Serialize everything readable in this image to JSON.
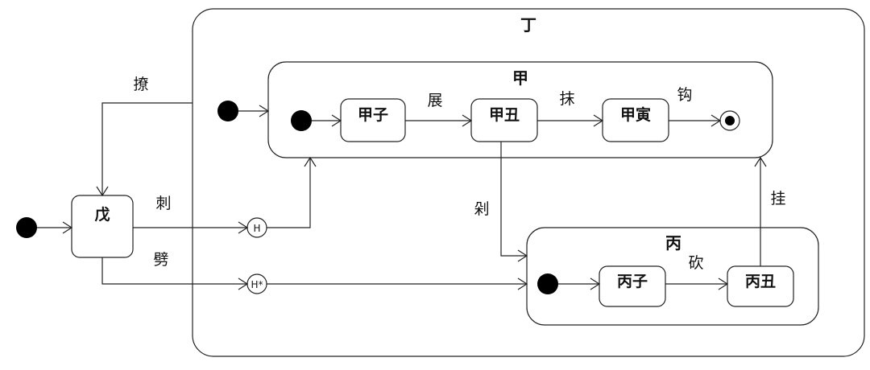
{
  "regions": {
    "ding": "丁",
    "jia": "甲",
    "bing": "丙"
  },
  "states": {
    "wu": "戊",
    "jiazi": "甲子",
    "jiachou": "甲丑",
    "jiayin": "甲寅",
    "bingzi": "丙子",
    "bingchou": "丙丑"
  },
  "transitions": {
    "liao": "撩",
    "ci": "刺",
    "pi": "劈",
    "zhan": "展",
    "mo": "抹",
    "gou": "钩",
    "duo": "剁",
    "kan": "砍",
    "gua": "挂"
  },
  "history": {
    "shallow": "H",
    "deep": "H*"
  }
}
